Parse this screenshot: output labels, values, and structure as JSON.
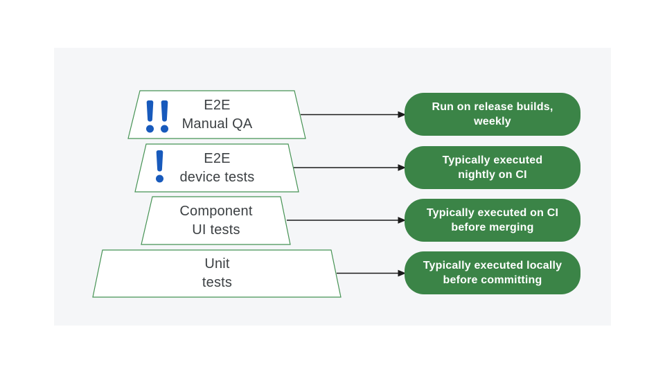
{
  "diagram": {
    "type": "test-pyramid",
    "rows": [
      {
        "label": "E2E\nManual QA",
        "note": "Run on release builds,\nweekly",
        "priority_icon": "exclamation-mark",
        "priority_marks": 2
      },
      {
        "label": "E2E\ndevice tests",
        "note": "Typically executed\nnightly on CI",
        "priority_icon": "exclamation-mark",
        "priority_marks": 1
      },
      {
        "label": "Component\nUI tests",
        "note": "Typically executed on CI\nbefore merging",
        "priority_icon": "none",
        "priority_marks": 0
      },
      {
        "label": "Unit\ntests",
        "note": "Typically executed locally\nbefore committing",
        "priority_icon": "none",
        "priority_marks": 0
      }
    ],
    "colors": {
      "stage_background": "#F5F6F8",
      "trapezoid_fill": "#FFFFFF",
      "trapezoid_border": "#459253",
      "pill_green": "#3B8447",
      "pill_text": "#FFFFFF",
      "label_text": "#3C4043",
      "exclamation_blue": "#185ABC",
      "arrow": "#1A1A1A"
    }
  }
}
